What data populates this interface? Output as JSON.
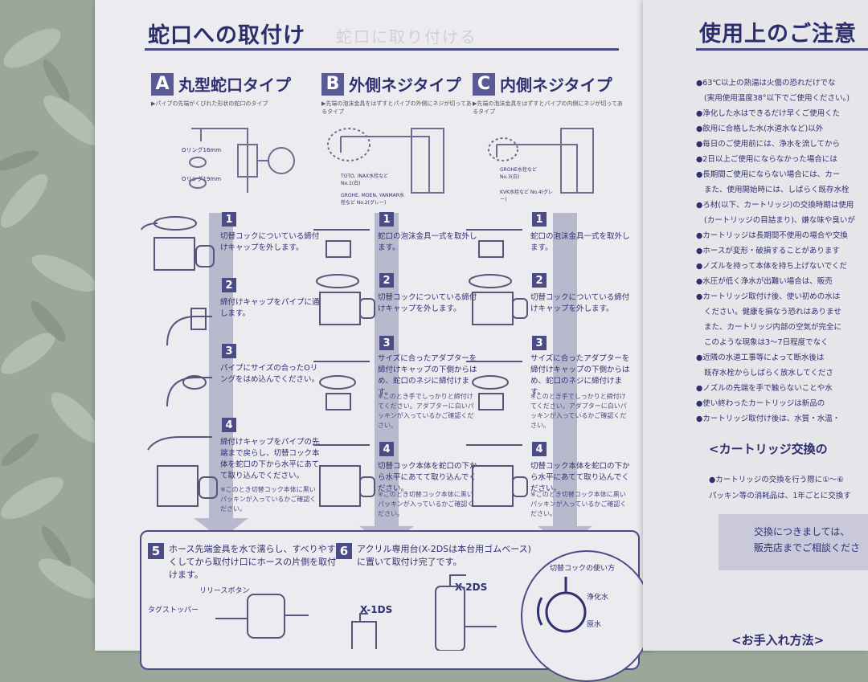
{
  "left_page": {
    "title": "蛇口への取付け",
    "faint_title": "蛇口に取り付ける",
    "columns": [
      {
        "badge": "A",
        "title": "丸型蛇口タイプ",
        "subtitle": "▶パイプの先端がくびれた形状の蛇口のタイプ",
        "labels": [
          "Oリング16mm",
          "Oリング19mm"
        ]
      },
      {
        "badge": "B",
        "title": "外側ネジタイプ",
        "subtitle": "▶先端の泡沫金具をはずすとパイプの外側にネジが切ってあるタイプ",
        "labels": [
          "TOTO, INAX水栓など No.1(白)",
          "GROHE, MOEN, YANMAR水栓など No.2(グレー)"
        ]
      },
      {
        "badge": "C",
        "title": "内側ネジタイプ",
        "subtitle": "▶先端の泡沫金具をはずすとパイプの内側にネジが切ってあるタイプ",
        "labels": [
          "GROHE水栓など No.3(白)",
          "KVK水栓など No.4(グレー)"
        ]
      }
    ],
    "steps_a": [
      {
        "num": "1",
        "text": "切替コックについている締付けキャップを外します。"
      },
      {
        "num": "2",
        "text": "締付けキャップをパイプに通します。"
      },
      {
        "num": "3",
        "text": "パイプにサイズの合ったOリングをはめ込んでください。"
      },
      {
        "num": "4",
        "text": "締付けキャップをパイプの先端まで戻らし、切替コック本体を蛇口の下から水平にあてて取り込んでください。",
        "note": "※このとき切替コック本体に黒いパッキンが入っているかご確認ください。"
      }
    ],
    "steps_b": [
      {
        "num": "1",
        "text": "蛇口の泡沫金具一式を取外します。"
      },
      {
        "num": "2",
        "text": "切替コックについている締付けキャップを外します。"
      },
      {
        "num": "3",
        "text": "サイズに合ったアダプターを締付けキャップの下側からはめ、蛇口のネジに締付けます。",
        "note": "※このとき手でしっかりと締付けてください。アダプターに白いパッキンが入っているかご確認ください。"
      },
      {
        "num": "4",
        "text": "切替コック本体を蛇口の下から水平にあてて取り込んでください。",
        "note": "※このとき切替コック本体に黒いパッキンが入っているかご確認ください。"
      }
    ],
    "steps_c": [
      {
        "num": "1",
        "text": "蛇口の泡沫金具一式を取外します。"
      },
      {
        "num": "2",
        "text": "切替コックについている締付けキャップを外します。"
      },
      {
        "num": "3",
        "text": "サイズに合ったアダプターを締付けキャップの下側からはめ、蛇口のネジに締付けます。",
        "note": "※このとき手でしっかりと締付けてください。アダプターに白いパッキンが入っているかご確認ください。"
      },
      {
        "num": "4",
        "text": "切替コック本体を蛇口の下から水平にあてて取り込んでください。",
        "note": "※このとき切替コック本体に黒いパッキンが入っているかご確認ください。"
      }
    ],
    "bottom": {
      "step5_num": "5",
      "step5_text": "ホース先端金具を水で濡らし、すべりやすくしてから取付け口にホースの片側を取付けます。",
      "step6_num": "6",
      "step6_text": "アクリル専用台(X-2DSは本台用ゴムベース)に置いて取付け完了です。",
      "label_release": "リリースボタン",
      "label_tag": "タグストッパー",
      "model_1": "X-1DS",
      "model_2": "X-2DS",
      "inset_title": "切替コックの使い方",
      "inset_labels": [
        "浄化水",
        "原水"
      ]
    }
  },
  "right_page": {
    "title": "使用上のご注意",
    "items": [
      {
        "text": "●63℃以上の熱湯は火傷の恐れだけでな",
        "sub": false
      },
      {
        "text": "(実用使用温度38°以下でご使用ください。)",
        "sub": true
      },
      {
        "text": "●浄化した水はできるだけ早くご使用くた",
        "sub": false
      },
      {
        "text": "●飲用に合格した水(水道水など)以外",
        "sub": false
      },
      {
        "text": "●毎日のご使用前には、浄水を流してから",
        "sub": false
      },
      {
        "text": "●2日以上ご使用にならなかった場合には",
        "sub": false
      },
      {
        "text": "●長期間ご使用にならない場合には、カー",
        "sub": false
      },
      {
        "text": "また、使用開始時には、しばらく既存水栓",
        "sub": true
      },
      {
        "text": "●ろ材(以下、カートリッジ)の交換時期は使用",
        "sub": false
      },
      {
        "text": "(カートリッジの目詰まり)、嫌な味や臭いが",
        "sub": true
      },
      {
        "text": "●カートリッジは長期間不使用の場合や交換",
        "sub": false
      },
      {
        "text": "●ホースが変形・破損することがあります",
        "sub": false
      },
      {
        "text": "●ノズルを持って本体を持ち上げないでくだ",
        "sub": false
      },
      {
        "text": "●水圧が低く浄水が出難い場合は、販売",
        "sub": false
      },
      {
        "text": "●カートリッジ取付け後、使い初めの水は",
        "sub": false
      },
      {
        "text": "ください。健康を損なう恐れはありませ",
        "sub": true
      },
      {
        "text": "また、カートリッジ内部の空気が完全に",
        "sub": true
      },
      {
        "text": "このような現象は3～7日程度でなく",
        "sub": true
      },
      {
        "text": "●近隣の水道工事等によって断水後は",
        "sub": false
      },
      {
        "text": "既存水栓からしばらく放水してくださ",
        "sub": true
      },
      {
        "text": "●ノズルの先端を手で触らないことや水",
        "sub": false
      },
      {
        "text": "●使い終わったカートリッジは新品の",
        "sub": false
      },
      {
        "text": "●カートリッジ取付け後は、水質・水温・",
        "sub": false
      }
    ],
    "section_title": "<カートリッジ交換の",
    "section_lines": [
      "●カートリッジの交換を行う際に①～⑥",
      "パッキン等の消耗品は、1年ごとに交換す"
    ],
    "box_lines": [
      "交換につきましては、",
      "販売店までご相談くださ"
    ],
    "section2_title": "<お手入れ方法>"
  },
  "colors": {
    "ink": "#2f3070",
    "accent": "#4b4c86",
    "arrow": "#b9b9ce",
    "paper": "#ecebef",
    "backdrop": "#9aa79a"
  }
}
